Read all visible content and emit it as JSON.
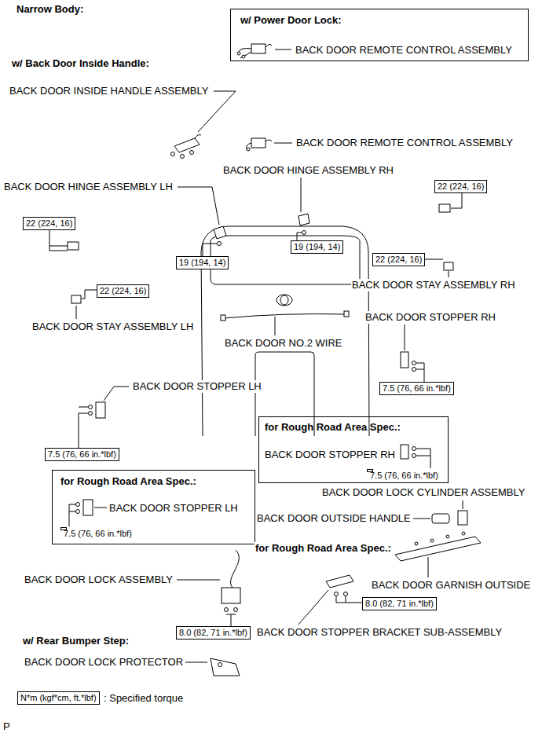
{
  "diagram": {
    "nodes": [
      {
        "text": [
          "w/ Power Door Lock:",
          "BACK DOOR REMOTE CONTROL ASSEMBLY"
        ]
      },
      {
        "text": [
          "22 (224, 16)"
        ]
      },
      {
        "text": [
          "19 (194, 14)"
        ]
      },
      {
        "text": [
          "19 (194, 14)"
        ]
      },
      {
        "text": [
          "22 (224, 16)"
        ]
      },
      {
        "text": [
          "22 (224, 16)"
        ]
      },
      {
        "text": [
          "22 (224, 16)"
        ]
      },
      {
        "text": [
          "7.5 (76, 66 in.*lbf)"
        ]
      },
      {
        "text": [
          "7.5 (76, 66 in.*lbf)"
        ]
      },
      {
        "text": [
          "for Rough Road Area Spec.:",
          "BACK DOOR STOPPER RH"
        ]
      },
      {
        "text": [
          "7.5 (76, 66 in.*lbf)"
        ],
        "in": 9
      },
      {
        "text": [
          "for Rough Road Area Spec.:",
          "BACK DOOR STOPPER LH"
        ]
      },
      {
        "text": [
          "7.5 (76, 66 in.*lbf)"
        ],
        "in": 11
      },
      {
        "text": [
          "8.0 (82, 71 in.*lbf)"
        ]
      },
      {
        "text": [
          "8.0 (82, 71 in.*lbf)"
        ]
      },
      {
        "text": [
          "N*m (kgf*cm, ft.*lbf)"
        ]
      }
    ],
    "labels": [
      "Narrow Body:",
      "w/ Back Door Inside Handle:",
      "BACK DOOR INSIDE HANDLE ASSEMBLY",
      "BACK DOOR REMOTE CONTROL ASSEMBLY",
      "BACK DOOR HINGE ASSEMBLY RH",
      "BACK DOOR HINGE ASSEMBLY LH",
      "BACK DOOR STAY ASSEMBLY RH",
      "BACK DOOR STOPPER RH",
      "BACK DOOR STAY ASSEMBLY LH",
      "BACK DOOR NO.2 WIRE",
      "BACK DOOR STOPPER LH",
      "BACK DOOR LOCK CYLINDER ASSEMBLY",
      "BACK DOOR OUTSIDE HANDLE",
      "for Rough Road Area Spec.:",
      "BACK DOOR LOCK ASSEMBLY",
      "BACK DOOR GARNISH OUTSIDE",
      "BACK DOOR STOPPER BRACKET SUB-ASSEMBLY",
      "w/ Rear Bumper Step:",
      "BACK DOOR LOCK PROTECTOR",
      ": Specified torque",
      "P"
    ]
  }
}
